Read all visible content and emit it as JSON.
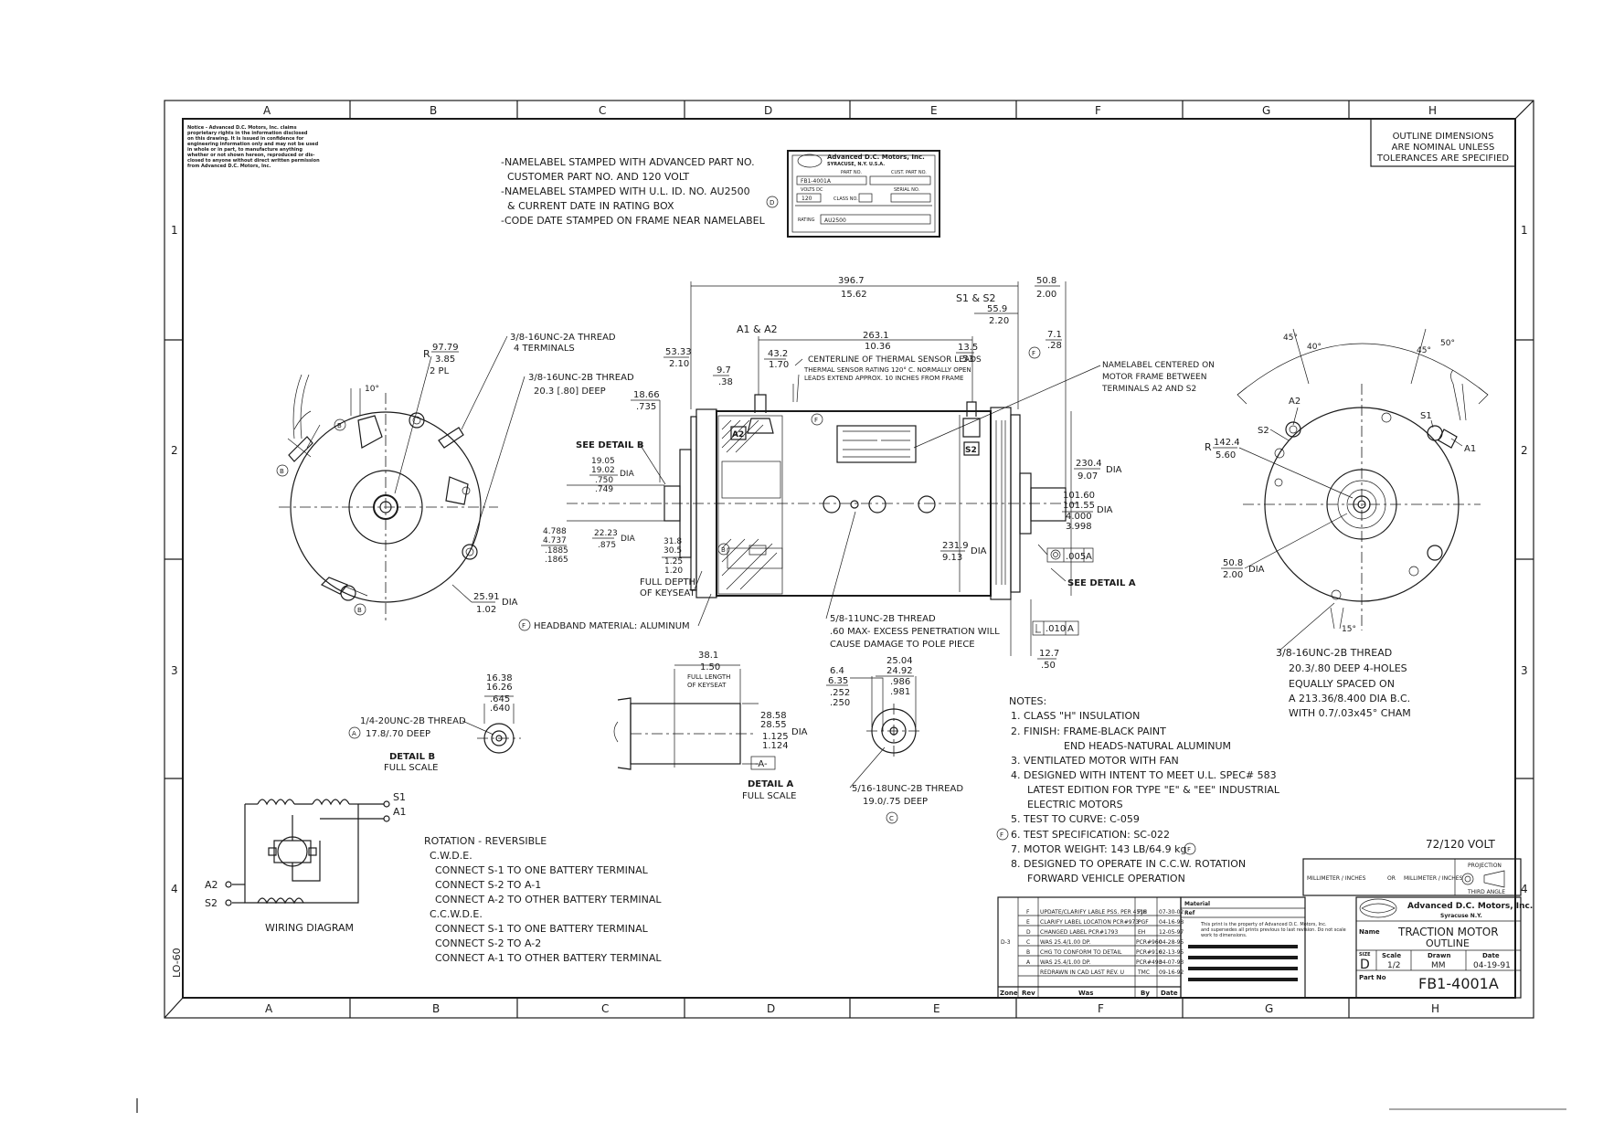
{
  "notice": [
    "Notice - Advanced D.C. Motors, Inc. claims",
    "proprietary rights in the information disclosed",
    "on this drawing. It is issued in confidence for",
    "engineering information only and may not be used",
    "in whole or in part, to manufacture anything",
    "whether or not shown hereon, reproduced or dis-",
    "closed to anyone without direct written permission",
    "from Advanced D.C. Motors, Inc."
  ],
  "outline_note": [
    "OUTLINE DIMENSIONS",
    "ARE NOMINAL UNLESS",
    "TOLERANCES ARE SPECIFIED"
  ],
  "namelabel_notes": [
    "-NAMELABEL STAMPED WITH ADVANCED PART NO.",
    "CUSTOMER PART NO. AND 120 VOLT",
    "-NAMELABEL STAMPED WITH U.L. ID. NO. AU2500",
    "& CURRENT DATE IN RATING BOX",
    "-CODE DATE STAMPED ON FRAME NEAR NAMELABEL"
  ],
  "nameplate": {
    "company": "Advanced D.C. Motors, Inc.",
    "city": "SYRACUSE, N.Y. U.S.A.",
    "part_no_label": "PART NO.",
    "part_no": "FB1-4001A",
    "customer_part_label": "CUST. PART NO.",
    "volts_label": "VOLTS DC",
    "serial_label": "SERIAL NO.",
    "volts": "120",
    "class_label": "CLASS NO.",
    "rating_label": "RATING",
    "rating": "AU2500"
  },
  "zone_letters": [
    "A",
    "B",
    "C",
    "D",
    "E",
    "F",
    "G",
    "H"
  ],
  "zone_numbers": [
    "1",
    "2",
    "3",
    "4"
  ],
  "left_view": {
    "radius_lbl": "R",
    "radius_mm": "97.79",
    "radius_in": "3.85",
    "radius_qty": "2 PL",
    "thread1": [
      "3/8-16UNC-2A THREAD",
      "4 TERMINALS"
    ],
    "thread2": [
      "3/8-16UNC-2B THREAD",
      "20.3 [.80] DEEP"
    ],
    "angle": "10°",
    "dia_mm": "25.91",
    "dia_in": "1.02",
    "dia_lbl": "DIA"
  },
  "main_view": {
    "overall_mm": "396.7",
    "overall_in": "15.62",
    "s1s2": "S1 & S2",
    "a1a2": "A1 & A2",
    "d50_8": "50.8",
    "d2_00": "2.00",
    "d55_9": "55.9",
    "d2_20": "2.20",
    "d263_1": "263.1",
    "d10_36": "10.36",
    "d13_5": "13.5",
    "d53": ".53",
    "d7_1": "7.1",
    "d28": ".28",
    "d53_33": "53.33",
    "d2_10": "2.10",
    "d43_2": "43.2",
    "d1_70": "1.70",
    "d9_7": "9.7",
    "d38": ".38",
    "d18_66": "18.66",
    "d735": ".735",
    "thermal": [
      "CENTERLINE OF THERMAL SENSOR LEADS",
      "THERMAL SENSOR RATING 120° C. NORMALLY OPEN",
      "LEADS EXTEND APPROX. 10 INCHES FROM FRAME"
    ],
    "namelabel_centered": [
      "NAMELABEL CENTERED ON",
      "MOTOR FRAME BETWEEN",
      "TERMINALS A2 AND S2"
    ],
    "see_detail_b": "SEE DETAIL B",
    "see_detail_a": "SEE DETAIL A",
    "shaft_dia": [
      "19.05",
      "19.02",
      ".750",
      ".749"
    ],
    "dia": "DIA",
    "d4_788": [
      "4.788",
      "4.737",
      ".1885",
      ".1865"
    ],
    "d22_23": [
      "22.23",
      ".875"
    ],
    "d31_8": [
      "31.8",
      "30.5",
      "1.25",
      "1.20"
    ],
    "keyseat": [
      "FULL DEPTH",
      "OF KEYSEAT"
    ],
    "d230_4": [
      "230.4",
      "9.07"
    ],
    "d101_60": [
      "101.60",
      "101.55",
      "4.000",
      "3.998"
    ],
    "d231_9": [
      "231.9",
      "9.13"
    ],
    "tol1": ".005",
    "tol1_ref": "A",
    "tol2": ".010",
    "tol2_ref": "A",
    "d12_7": [
      "12.7",
      ".50"
    ],
    "headband": "HEADBAND MATERIAL: ALUMINUM",
    "pole_thread": [
      "5/8-11UNC-2B THREAD",
      ".60 MAX- EXCESS PENETRATION WILL",
      "CAUSE DAMAGE TO POLE PIECE"
    ],
    "term_a2": "A2",
    "term_s2": "S2",
    "flag_f": "F",
    "flag_b": "B",
    "flag_a": "A",
    "flag_c": "C",
    "flag_d": "D"
  },
  "right_view": {
    "ang45a": "45°",
    "ang40": "40°",
    "ang45b": "45°",
    "ang50": "50°",
    "a2": "A2",
    "s2": "S2",
    "s1": "S1",
    "a1": "A1",
    "r_lbl": "R",
    "r_mm": "142.4",
    "r_in": "5.60",
    "d50_8": "50.8",
    "d2_00": "2.00",
    "dia": "DIA",
    "ang15": "15°",
    "holes": [
      "3/8-16UNC-2B THREAD",
      "20.3/.80 DEEP 4-HOLES",
      "EQUALLY SPACED ON",
      "A 213.36/8.400 DIA B.C.",
      "WITH 0.7/.03x45° CHAM"
    ]
  },
  "detail_b": {
    "dims": [
      "16.38",
      "16.26",
      ".645",
      ".640"
    ],
    "thread": [
      "1/4-20UNC-2B THREAD",
      "17.8/.70 DEEP"
    ],
    "title": "DETAIL B",
    "scale": "FULL SCALE"
  },
  "keyseat_detail": {
    "d38_1": "38.1",
    "d1_50": "1.50",
    "full_length": [
      "FULL LENGTH",
      "OF KEYSEAT"
    ],
    "dims": [
      "28.58",
      "28.55",
      "1.125",
      "1.124"
    ],
    "dia": "DIA",
    "datum": "-A-"
  },
  "detail_a": {
    "left": [
      "6.4",
      "6.35",
      ".252",
      ".250"
    ],
    "top": [
      "25.04",
      "24.92",
      ".986",
      ".981"
    ],
    "title": "DETAIL A",
    "scale": "FULL SCALE",
    "thread": [
      "5/16-18UNC-2B THREAD",
      "19.0/.75 DEEP"
    ]
  },
  "notes": {
    "title": "NOTES:",
    "items": [
      "1. CLASS \"H\" INSULATION",
      "2. FINISH: FRAME-BLACK PAINT",
      "END HEADS-NATURAL ALUMINUM",
      "3. VENTILATED MOTOR WITH FAN",
      "4. DESIGNED WITH INTENT TO MEET U.L. SPEC# 583",
      "LATEST EDITION FOR TYPE \"E\" & \"EE\" INDUSTRIAL",
      "ELECTRIC MOTORS",
      "5. TEST TO CURVE: C-059",
      "6. TEST SPECIFICATION: SC-022",
      "7. MOTOR WEIGHT: 143 LB/64.9 kg",
      "8. DESIGNED TO OPERATE IN C.C.W. ROTATION",
      "FORWARD VEHICLE OPERATION"
    ]
  },
  "rotation": [
    "ROTATION - REVERSIBLE",
    "C.W.D.E.",
    "CONNECT S-1 TO ONE BATTERY TERMINAL",
    "CONNECT S-2 TO A-1",
    "CONNECT A-2 TO OTHER BATTERY TERMINAL",
    "C.C.W.D.E.",
    "CONNECT S-1 TO ONE BATTERY TERMINAL",
    "CONNECT S-2 TO A-2",
    "CONNECT A-1 TO OTHER BATTERY TERMINAL"
  ],
  "wiring": {
    "s1": "S1",
    "a1": "A1",
    "a2": "A2",
    "s2": "S2",
    "title": "WIRING DIAGRAM"
  },
  "voltage": "72/120 VOLT",
  "units": {
    "mm": "MILLIMETER / INCHES",
    "or": "OR",
    "alt": "MILLIMETER / INCHES",
    "projection": "PROJECTION",
    "third": "THIRD ANGLE"
  },
  "revisions": {
    "rows": [
      {
        "rev": "F",
        "was": "UPDATE/CLARIFY LABLE PSS. PER 4518",
        "by": "PJH",
        "date": "07-30-02"
      },
      {
        "rev": "E",
        "was": "CLARIFY LABEL LOCATION PCR#973",
        "by": "PGF",
        "date": "04-16-98"
      },
      {
        "rev": "D",
        "was": "CHANGED LABEL PCR#1793",
        "by": "EH",
        "date": "12-05-97"
      },
      {
        "rev": "C",
        "was": "WAS 25.4/1.00 DP.",
        "by": "PCR#960",
        "date": "04-28-95",
        "zone": "D-3"
      },
      {
        "rev": "B",
        "was": "CHG TO CONFORM TO DETAIL",
        "by": "PCR#916",
        "date": "02-13-95"
      },
      {
        "rev": "A",
        "was": "WAS 25.4/1.00 DP.",
        "by": "PCR#493",
        "date": "04-07-93"
      },
      {
        "rev": "",
        "was": "REDRAWN IN CAD LAST REV. U",
        "by": "TMC",
        "date": "09-16-92"
      }
    ],
    "hdr": {
      "zone": "Zone",
      "rev": "Rev",
      "was": "Was",
      "by": "By",
      "date": "Date"
    }
  },
  "material": {
    "label": "Material",
    "ref": "Ref",
    "prop": [
      "This print is the property of Advanced D.C. Motors, Inc.",
      "and supersedes all prints previous to last revision. Do not scale",
      "work to dimensions."
    ]
  },
  "title_block": {
    "company": "Advanced D.C. Motors, Inc.",
    "city": "Syracuse N.Y.",
    "name_lbl": "Name",
    "name": [
      "TRACTION MOTOR",
      "OUTLINE"
    ],
    "size_lbl": "SIZE",
    "size": "D",
    "scale_lbl": "Scale",
    "scale": "1/2",
    "drawn_lbl": "Drawn",
    "drawn": "MM",
    "date_lbl": "Date",
    "date": "04-19-91",
    "part_lbl": "Part No",
    "part": "FB1-4001A"
  },
  "side_tag": "LO-60"
}
